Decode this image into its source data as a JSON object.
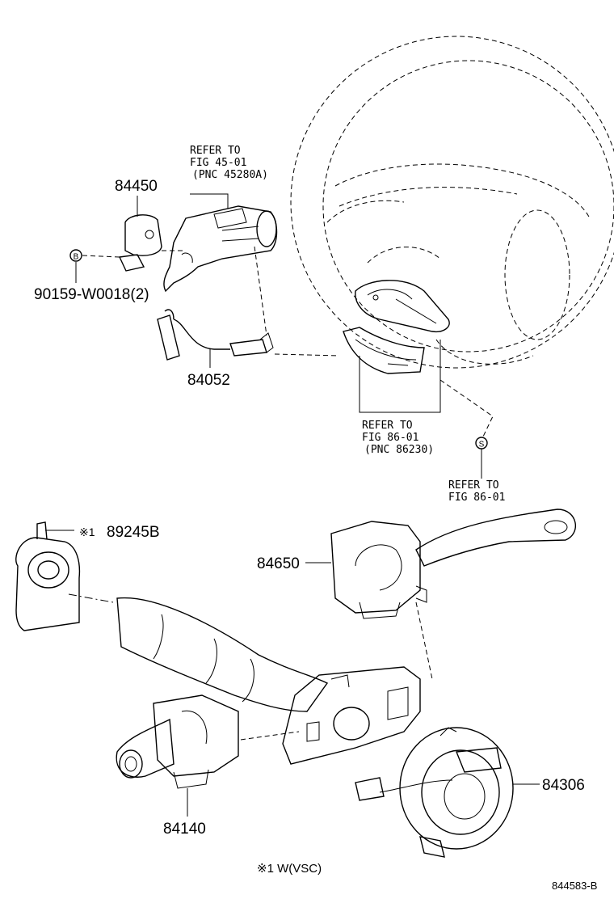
{
  "labels": {
    "p84450": "84450",
    "p90159": "90159-W0018(2)",
    "p84052": "84052",
    "p89245b": "89245B",
    "p84650": "84650",
    "p84140": "84140",
    "p84306": "84306",
    "mark1": "※1"
  },
  "refs": {
    "r45": {
      "line1": "REFER TO",
      "line2": "FIG 45-01",
      "line3": "(PNC 45280A)"
    },
    "r86a": {
      "line1": "REFER TO",
      "line2": "FIG 86-01",
      "line3": "(PNC 86230)"
    },
    "r86b": {
      "line1": "REFER TO",
      "line2": "FIG 86-01"
    }
  },
  "symbols": {
    "b": "B",
    "s": "S"
  },
  "footnote": "※1  W(VSC)",
  "drawing_id": "844583-B"
}
